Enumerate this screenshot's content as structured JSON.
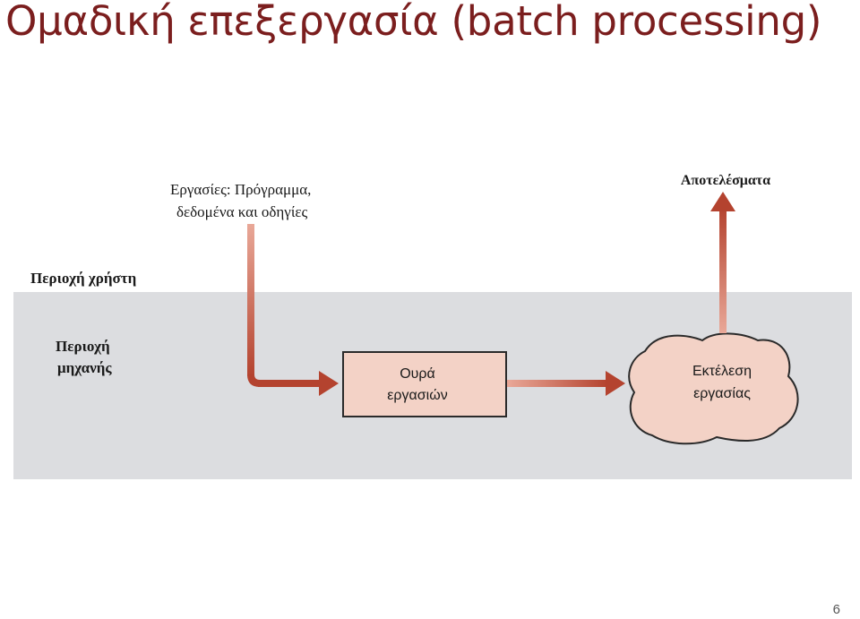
{
  "slide": {
    "title": "Ομαδική επεξεργασία (batch processing)",
    "page_number": "6"
  },
  "diagram": {
    "jobs_label_line1": "Εργασίες: Πρόγραμμα,",
    "jobs_label_line2": "δεδομένα και οδηγίες",
    "results_label": "Αποτελέσματα",
    "user_area_label": "Περιοχή χρήστη",
    "machine_area_label_line1": "Περιοχή",
    "machine_area_label_line2": "μηχανής",
    "job_queue_line1": "Ουρά",
    "job_queue_line2": "εργασιών",
    "job_execution_line1": "Εκτέλεση",
    "job_execution_line2": "εργασίας"
  },
  "colors": {
    "title": "#7b1e1e",
    "machine_area": "#dcdde0",
    "arrow": "#b4432f",
    "node_fill": "#f3d2c6",
    "node_stroke": "#2a2a2a"
  }
}
